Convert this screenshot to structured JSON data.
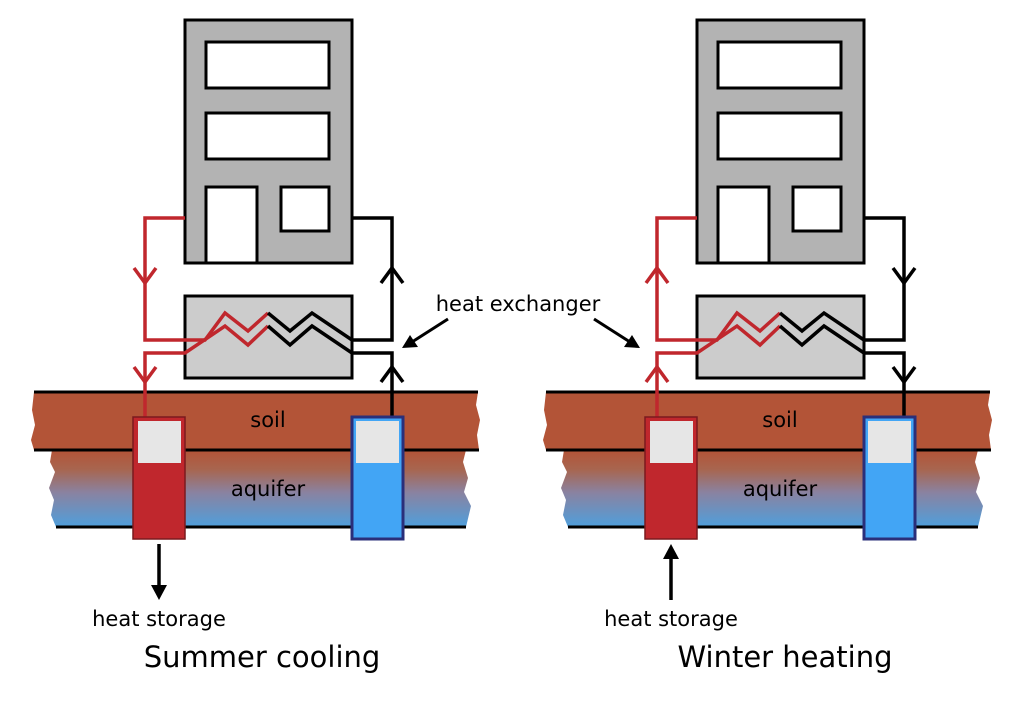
{
  "labels": {
    "heat_exchanger": "heat exchanger",
    "soil": "soil",
    "aquifer": "aquifer",
    "heat_storage": "heat storage"
  },
  "panels": [
    {
      "caption": "Summer cooling",
      "storage_arrow": "down",
      "flow": "cooling"
    },
    {
      "caption": "Winter heating",
      "storage_arrow": "up",
      "flow": "heating"
    }
  ],
  "colors": {
    "warm": "#c0272d",
    "cold_well": "#42a5f5",
    "building": "#b3b3b3",
    "exchanger": "#cccccc",
    "soil": "#b35437",
    "aquifer_top": "#b35437",
    "aquifer_bottom": "#4f9fdc"
  }
}
